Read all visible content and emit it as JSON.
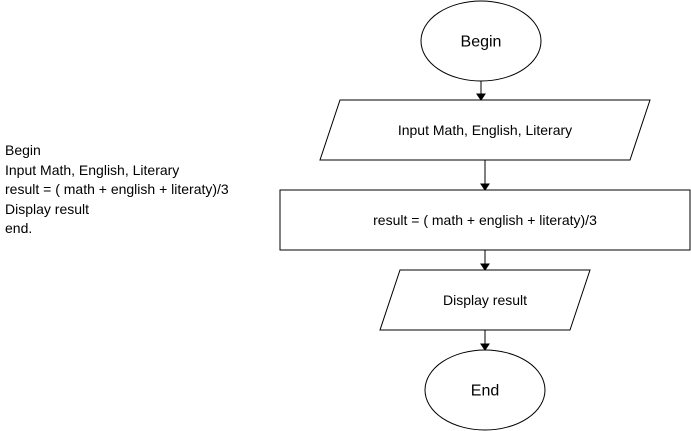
{
  "pseudocode": {
    "lines": [
      "Begin",
      "Input Math, English, Literary",
      "result = ( math + english + literaty)/3",
      "Display result",
      "end."
    ]
  },
  "flowchart": {
    "nodes": [
      {
        "id": "begin",
        "shape": "ellipse",
        "label": "Begin"
      },
      {
        "id": "input",
        "shape": "parallelogram",
        "label": "Input Math, English, Literary"
      },
      {
        "id": "process",
        "shape": "rectangle",
        "label": "result = ( math + english + literaty)/3"
      },
      {
        "id": "display",
        "shape": "parallelogram",
        "label": "Display result"
      },
      {
        "id": "end",
        "shape": "ellipse",
        "label": "End"
      }
    ],
    "edges": [
      {
        "from": "begin",
        "to": "input"
      },
      {
        "from": "input",
        "to": "process"
      },
      {
        "from": "process",
        "to": "display"
      },
      {
        "from": "display",
        "to": "end"
      }
    ],
    "colors": {
      "stroke": "#000000",
      "fill": "#ffffff",
      "text": "#000000"
    }
  }
}
